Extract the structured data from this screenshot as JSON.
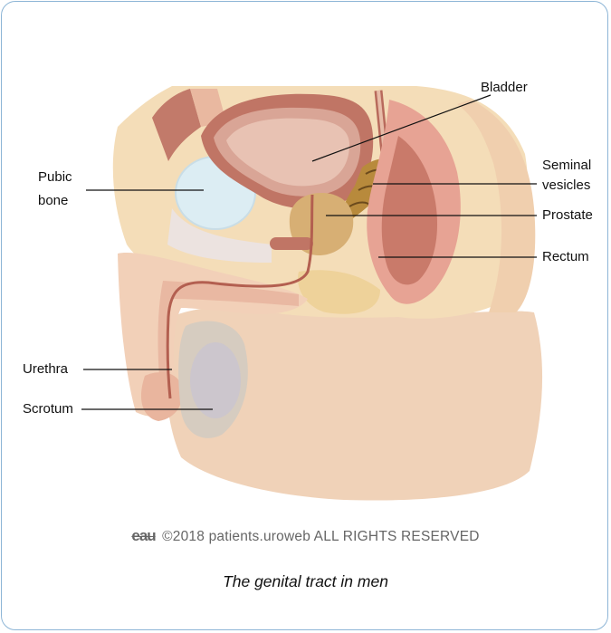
{
  "labels": {
    "bladder": "Bladder",
    "pubic_bone_line1": "Pubic",
    "pubic_bone_line2": "bone",
    "seminal_line1": "Seminal",
    "seminal_line2": "vesicles",
    "prostate": "Prostate",
    "rectum": "Rectum",
    "urethra": "Urethra",
    "scrotum": "Scrotum"
  },
  "credit": {
    "logo_text": "eau",
    "text": "©2018 patients.uroweb ALL RIGHTS RESERVED"
  },
  "caption": "The genital tract in men",
  "colors": {
    "border": "#8db5d6",
    "skin": "#f2d3b8",
    "fat": "#f3dcb0",
    "muscle": "#b86a5c",
    "bone": "#dfeef3",
    "prostate": "#d8b27a"
  }
}
